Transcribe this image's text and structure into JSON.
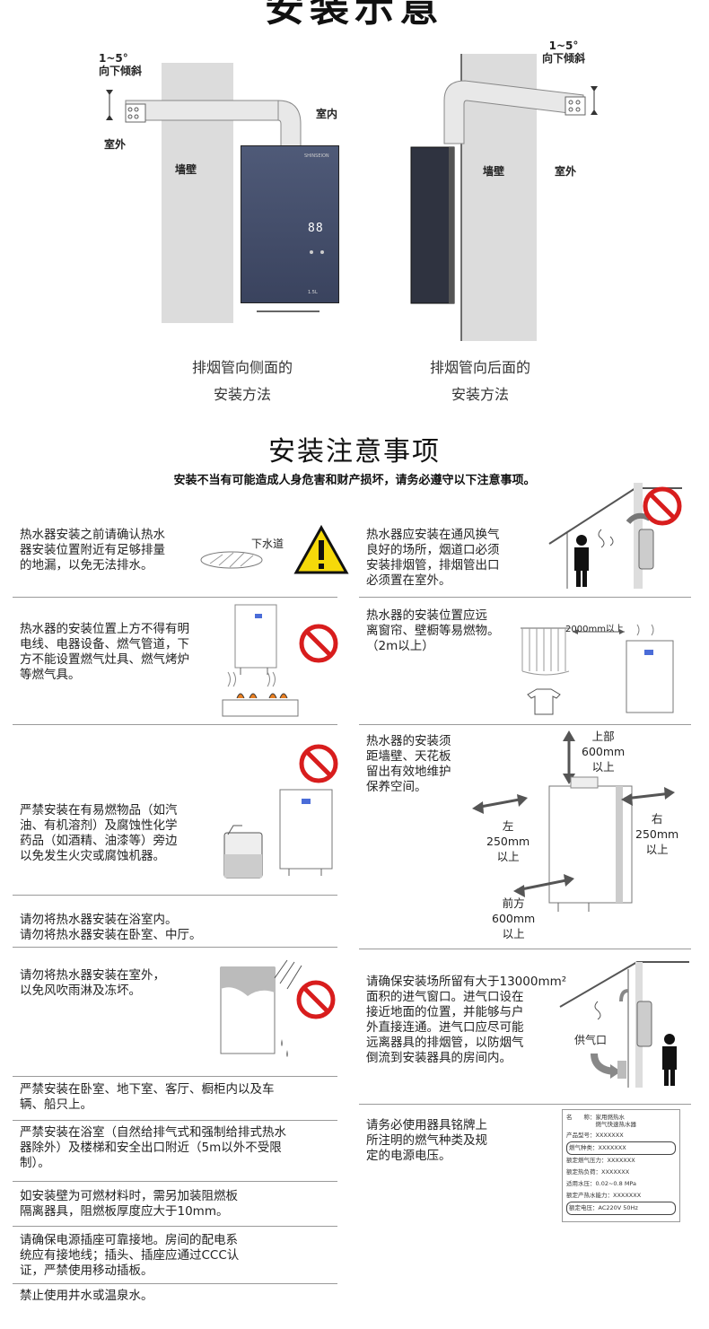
{
  "page_title": "安装示意",
  "diagram_left": {
    "tilt_label": "1~5°\n向下倾斜",
    "indoor": "室内",
    "outdoor": "室外",
    "wall": "墙壁",
    "caption": "排烟管向侧面的\n安装方法",
    "heater_brand": "SHINSEION",
    "heater_display": "88",
    "heater_model": "1.5L"
  },
  "diagram_right": {
    "tilt_label": "1~5°\n向下倾斜",
    "wall": "墙壁",
    "outdoor": "室外",
    "caption": "排烟管向后面的\n安装方法"
  },
  "notice": {
    "title": "安装注意事项",
    "subtitle": "安装不当有可能造成人身危害和财产损坏，请务必遵守以下注意事项。"
  },
  "left_notes": [
    "热水器安装之前请确认热水\n器安装位置附近有足够排量\n的地漏，以免无法排水。",
    "热水器的安装位置上方不得有明\n电线、电器设备、燃气管道，下\n方不能设置燃气灶具、燃气烤炉\n等燃气具。",
    "严禁安装在有易燃物品（如汽\n油、有机溶剂）及腐蚀性化学\n药品（如酒精、油漆等）旁边\n以免发生火灾或腐蚀机器。",
    "请勿将热水器安装在浴室内。\n请勿将热水器安装在卧室、中厅。",
    "请勿将热水器安装在室外，\n以免风吹雨淋及冻坏。",
    "严禁安装在卧室、地下室、客厅、橱柜内以及车\n辆、船只上。",
    "严禁安装在浴室（自然给排气式和强制给排式热水\n器除外）及楼梯和安全出口附近（5m以外不受限\n制）。",
    "如安装壁为可燃材料时，需另加装阻燃板\n隔离器具，阻燃板厚度应大于10mm。",
    "请确保电源插座可靠接地。房间的配电系\n统应有接地线；插头、插座应通过CCC认\n证，严禁使用移动插板。",
    "禁止使用井水或温泉水。"
  ],
  "drain_label": "下水道",
  "right_notes": [
    "热水器应安装在通风换气\n良好的场所，烟道口必须\n安装排烟管，排烟管出口\n必须置在室外。",
    "热水器的安装位置应远\n离窗帘、壁橱等易燃物。\n（2m以上）",
    "热水器的安装须\n距墙壁、天花板\n留出有效地维护\n保养空间。",
    "请确保安装场所留有大于13000mm²\n面积的进气窗口。进气口设在\n接近地面的位置，并能够与户\n外直接连通。进气口应尽可能\n远离器具的排烟管，以防烟气\n倒流到安装器具的房间内。",
    "请务必使用器具铭牌上\n所注明的燃气种类及规\n定的电源电压。"
  ],
  "curtain_distance": "2000mm以上",
  "clearance": {
    "top": "上部\n600mm\n以上",
    "left": "左\n250mm\n以上",
    "right": "右\n250mm\n以上",
    "front": "前方\n600mm\n以上"
  },
  "air_inlet_label": "供气口",
  "nameplate": {
    "rows": [
      "名　　称：家用燃热水\n　　　　　燃气快速热水器",
      "产品型号：XXXXXXX",
      "燃气种类：XXXXXXX",
      "额定燃气压力：XXXXXXX",
      "额定热负荷：XXXXXXX",
      "适用水压：0.02~0.8 MPa",
      "额定产热水能力：XXXXXXX",
      "额定电压：AC220V 50Hz"
    ]
  }
}
